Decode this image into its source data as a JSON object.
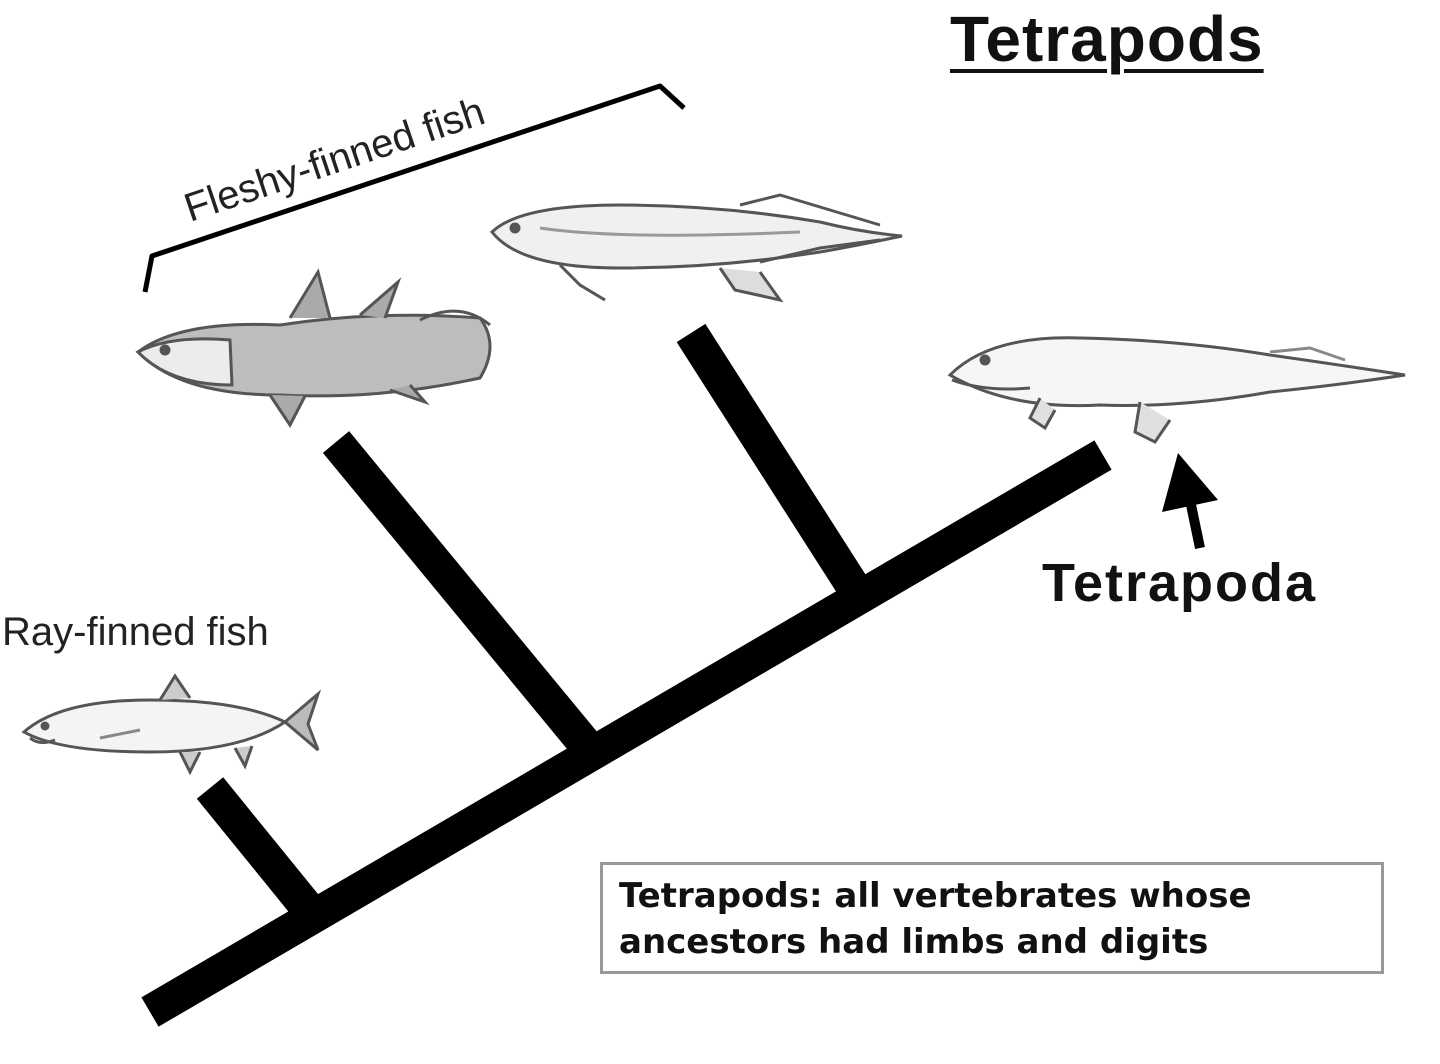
{
  "title": "Tetrapods",
  "labels": {
    "fleshy_finned": "Fleshy-finned fish",
    "ray_finned": "Ray-finned fish",
    "tetrapoda": "Tetrapoda"
  },
  "definition": {
    "line1": "Tetrapods: all vertebrates whose",
    "line2": "ancestors had limbs and digits"
  },
  "icons": {
    "ray_finned": "ray-finned-fish-icon",
    "coelacanth": "coelacanth-icon",
    "lungfish": "lungfish-icon",
    "tetrapod": "tetrapod-amphibian-icon",
    "arrow": "arrow-up-icon"
  },
  "colors": {
    "branch": "#000000",
    "sketch": "#555555"
  }
}
